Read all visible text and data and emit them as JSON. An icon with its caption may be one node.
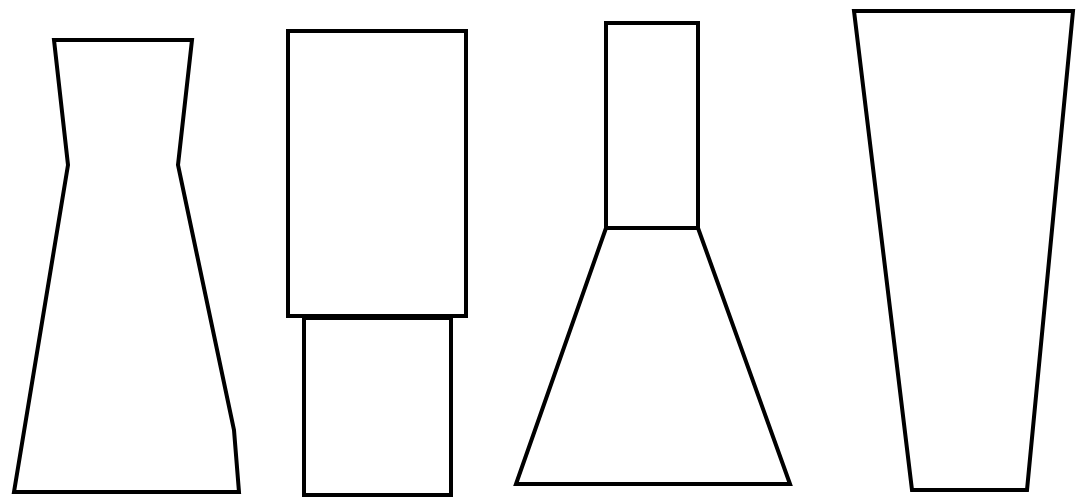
{
  "diagram": {
    "nodes": [
      {
        "text": [],
        "shape": "vase"
      },
      {
        "text": [],
        "shape": "box"
      },
      {
        "text": [],
        "shape": "flask"
      },
      {
        "text": [],
        "shape": "cup"
      }
    ]
  }
}
